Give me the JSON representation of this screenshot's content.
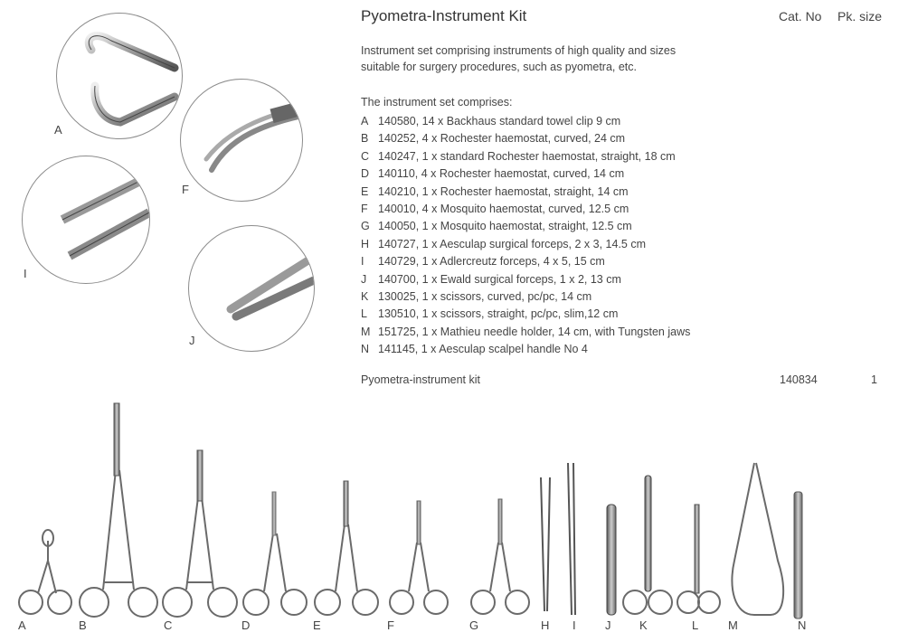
{
  "header": {
    "title": "Pyometra-Instrument Kit",
    "cat_no_label": "Cat. No",
    "pk_size_label": "Pk. size"
  },
  "intro": {
    "line1": "Instrument set comprising instruments of high quality and sizes",
    "line2": "suitable for surgery procedures, such as pyometra, etc."
  },
  "comprises_label": "The instrument set comprises:",
  "items": [
    {
      "letter": "A",
      "text": "140580, 14 x Backhaus standard towel clip 9 cm"
    },
    {
      "letter": "B",
      "text": "140252, 4 x Rochester haemostat, curved, 24 cm"
    },
    {
      "letter": "C",
      "text": "140247, 1 x standard Rochester haemostat, straight, 18 cm"
    },
    {
      "letter": "D",
      "text": "140110, 4 x Rochester haemostat, curved, 14 cm"
    },
    {
      "letter": "E",
      "text": "140210, 1 x Rochester haemostat, straight, 14 cm"
    },
    {
      "letter": "F",
      "text": "140010, 4 x Mosquito haemostat, curved, 12.5 cm"
    },
    {
      "letter": "G",
      "text": "140050, 1 x Mosquito haemostat, straight, 12.5 cm"
    },
    {
      "letter": "H",
      "text": "140727, 1 x Aesculap surgical forceps, 2 x 3, 14.5 cm"
    },
    {
      "letter": "I",
      "text": "140729, 1 x Adlercreutz forceps, 4 x 5, 15 cm"
    },
    {
      "letter": "J",
      "text": "140700, 1 x Ewald surgical forceps, 1 x 2, 13 cm"
    },
    {
      "letter": "K",
      "text": "130025, 1 x scissors, curved, pc/pc, 14 cm"
    },
    {
      "letter": "L",
      "text": "130510, 1 x scissors, straight, pc/pc, slim,12 cm"
    },
    {
      "letter": "M",
      "text": "151725, 1 x Mathieu needle holder, 14 cm, with Tungsten jaws"
    },
    {
      "letter": "N",
      "text": "141145, 1 x Aesculap scalpel handle No 4"
    }
  ],
  "kit": {
    "name": "Pyometra-instrument kit",
    "cat_no": "140834",
    "pk_size": "1"
  },
  "detail_labels": {
    "a": "A",
    "f": "F",
    "i": "I",
    "j": "J"
  },
  "bottom_labels": [
    "A",
    "B",
    "C",
    "D",
    "E",
    "F",
    "G",
    "H",
    "I",
    "J",
    "K",
    "L",
    "M",
    "N"
  ]
}
